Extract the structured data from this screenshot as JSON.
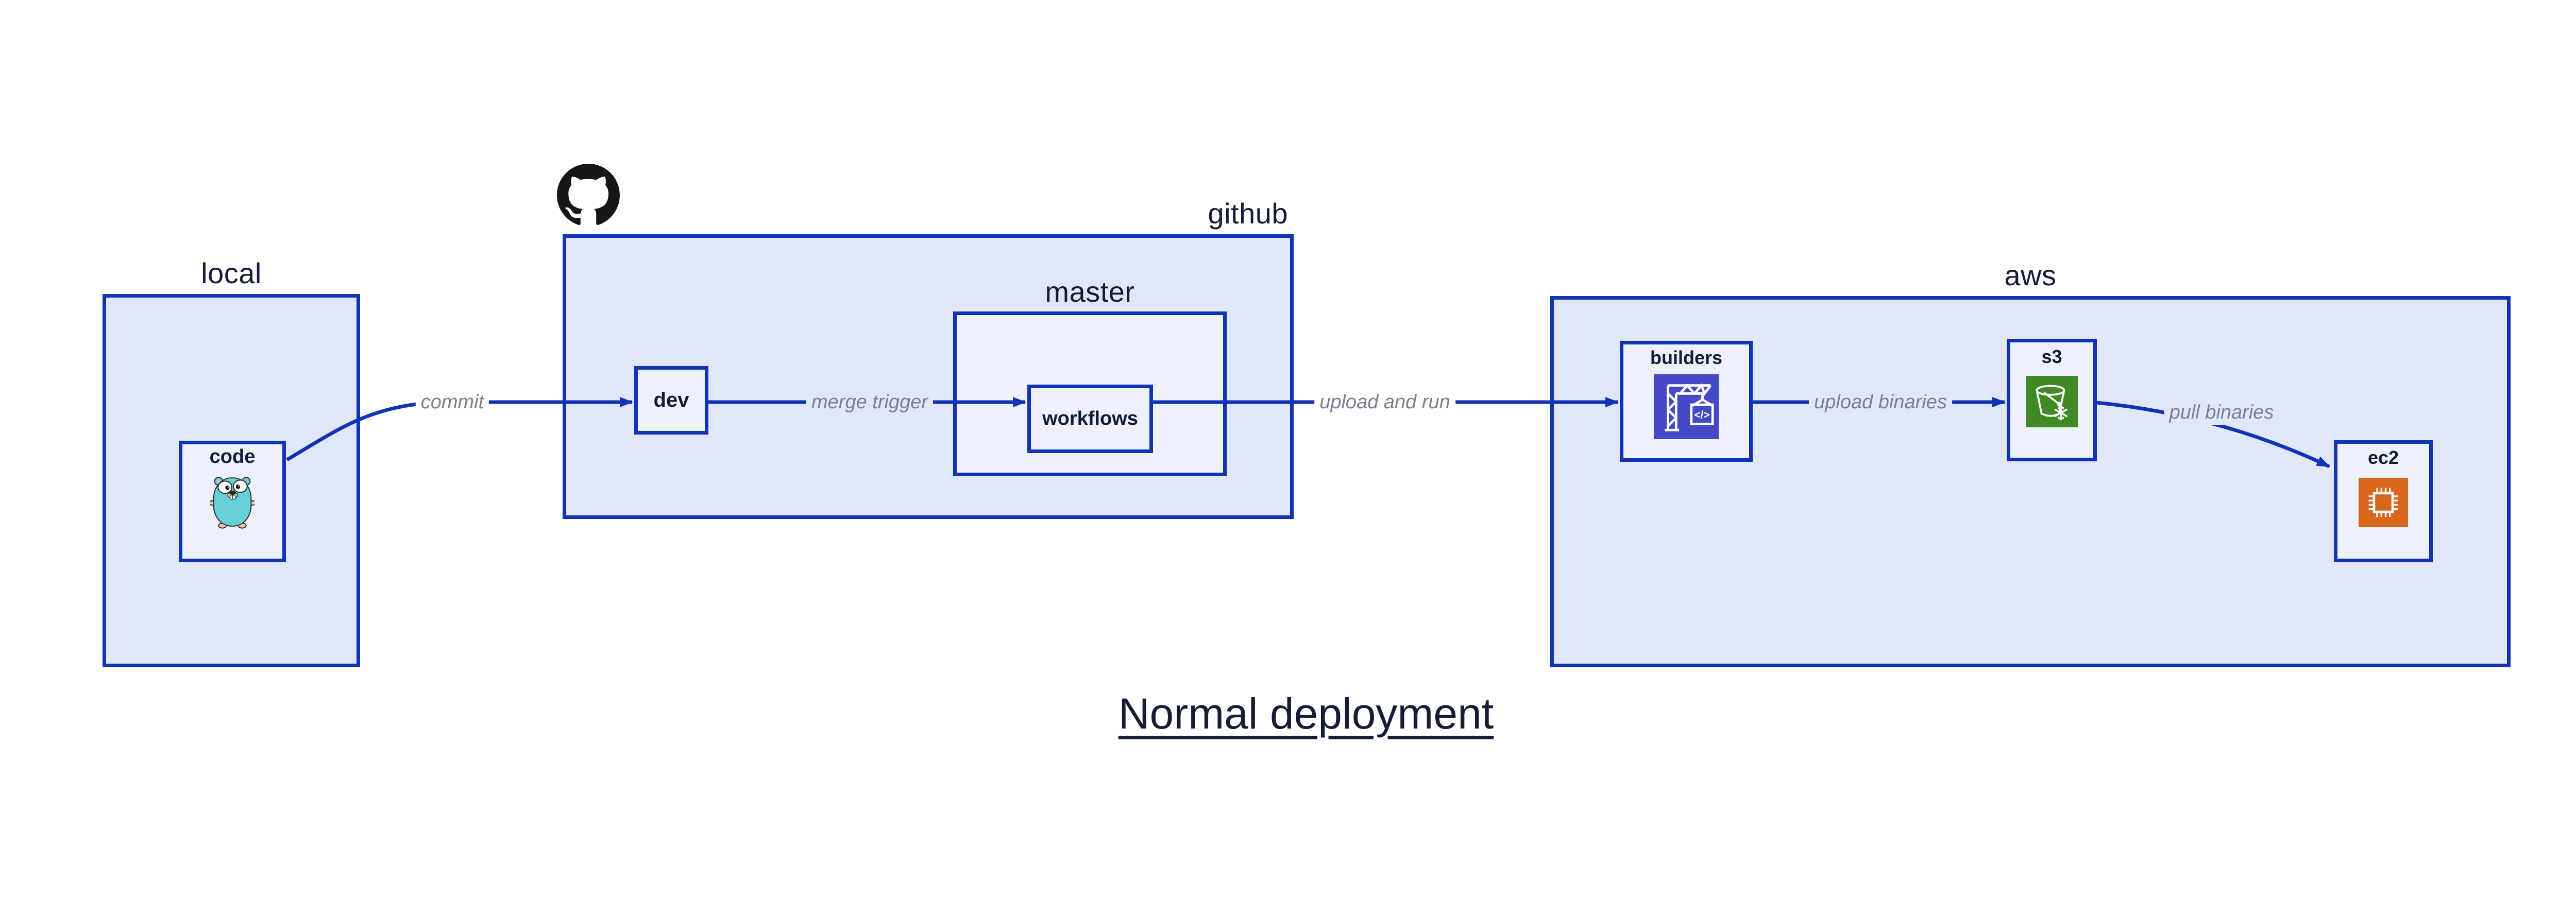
{
  "diagram": {
    "title": "Normal deployment",
    "containers": {
      "local": {
        "label": "local"
      },
      "github": {
        "label": "github"
      },
      "master": {
        "label": "master"
      },
      "aws": {
        "label": "aws"
      }
    },
    "nodes": {
      "code": {
        "label": "code",
        "icon": "go-gopher-icon"
      },
      "dev": {
        "label": "dev"
      },
      "workflows": {
        "label": "workflows"
      },
      "builders": {
        "label": "builders",
        "icon": "aws-codebuild-icon"
      },
      "s3": {
        "label": "s3",
        "icon": "aws-s3-glacier-icon"
      },
      "ec2": {
        "label": "ec2",
        "icon": "aws-ec2-icon"
      }
    },
    "edges": {
      "commit": {
        "label": "commit"
      },
      "merge_trigger": {
        "label": "merge trigger"
      },
      "upload_and_run": {
        "label": "upload and run"
      },
      "upload_binaries": {
        "label": "upload binaries"
      },
      "pull_binaries": {
        "label": "pull binaries"
      }
    },
    "logo": "github-octocat-logo",
    "colors": {
      "border_and_arrow_blue": "#1133b5",
      "container_fill": "#e1e7f9",
      "node_fill": "#edf1fc",
      "text_navy": "#131b36",
      "edge_label_gray": "#79808f",
      "codebuild_indigo": "#4549c5",
      "s3_glacier_green": "#3f8a24",
      "ec2_orange": "#d9671b",
      "octocat_black": "#171515",
      "gopher_teal": "#66cfd8"
    }
  }
}
